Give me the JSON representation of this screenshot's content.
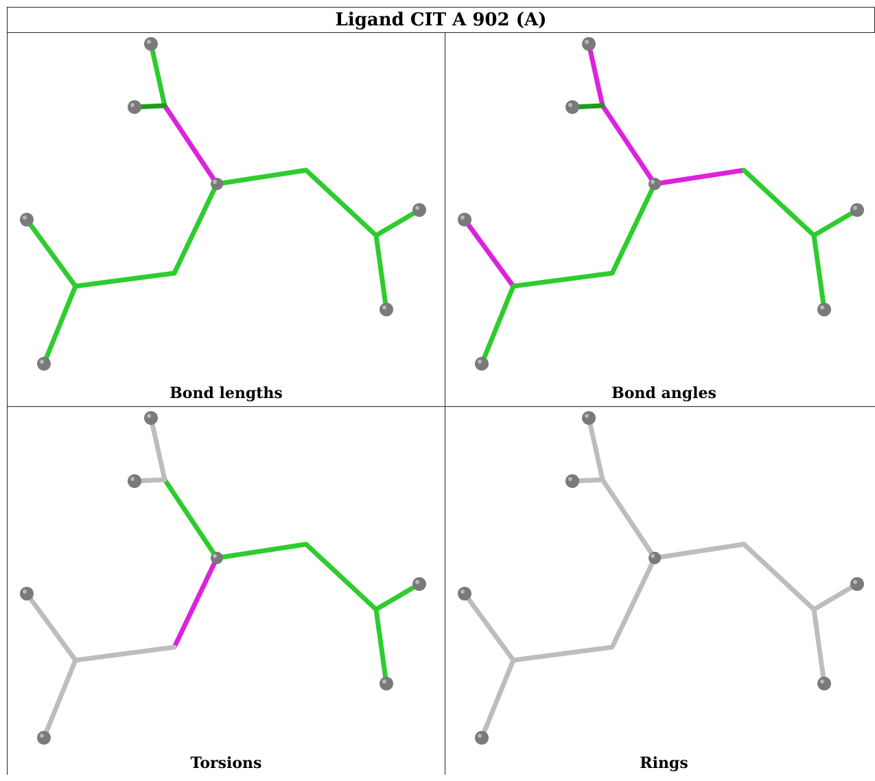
{
  "title": "Ligand CIT A 902 (A)",
  "colors": {
    "green": "#2ecc2e",
    "dark_green": "#1e9a1e",
    "magenta": "#dd22dd",
    "gray_bond": "#bdbdbd",
    "atom": "#7a7a7a",
    "border": "#222222"
  },
  "panels": [
    {
      "caption": "Bond lengths",
      "bond_colors": [
        "green",
        "magenta",
        "green",
        "green",
        "green",
        "green",
        "green",
        "green",
        "green",
        "green",
        "dark_green",
        "green"
      ]
    },
    {
      "caption": "Bond angles",
      "bond_colors": [
        "magenta",
        "magenta",
        "magenta",
        "green",
        "green",
        "green",
        "green",
        "green",
        "magenta",
        "green",
        "dark_green",
        "magenta"
      ]
    },
    {
      "caption": "Torsions",
      "bond_colors": [
        "gray_bond",
        "green",
        "green",
        "green",
        "green",
        "green",
        "magenta",
        "gray_bond",
        "gray_bond",
        "gray_bond",
        "gray_bond",
        "gray_bond"
      ]
    },
    {
      "caption": "Rings",
      "bond_colors": [
        "gray_bond",
        "gray_bond",
        "gray_bond",
        "gray_bond",
        "gray_bond",
        "gray_bond",
        "gray_bond",
        "gray_bond",
        "gray_bond",
        "gray_bond",
        "gray_bond",
        "gray_bond"
      ]
    }
  ]
}
